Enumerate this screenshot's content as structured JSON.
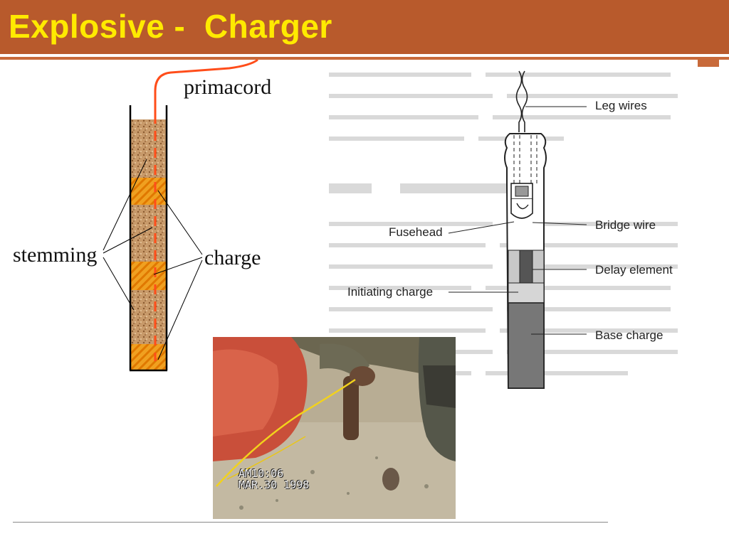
{
  "slide": {
    "title": "Explosive -  Charger"
  },
  "borehole": {
    "primacord_label": "primacord",
    "stemming_label": "stemming",
    "charge_label": "charge"
  },
  "detonator": {
    "leg_wires_label": "Leg wires",
    "bridge_wire_label": "Bridge wire",
    "fusehead_label": "Fusehead",
    "delay_element_label": "Delay element",
    "initiating_charge_label": "Initiating charge",
    "base_charge_label": "Base charge"
  },
  "photo": {
    "timestamp_line1": "AM10:06",
    "timestamp_line2": "MAR.30 1998"
  },
  "colors": {
    "title_bar": "#b85a2c",
    "title_text": "#ffea00",
    "primacord": "#ff4d1a",
    "stemming": "#c89a6a",
    "charge": "#f0a020"
  }
}
